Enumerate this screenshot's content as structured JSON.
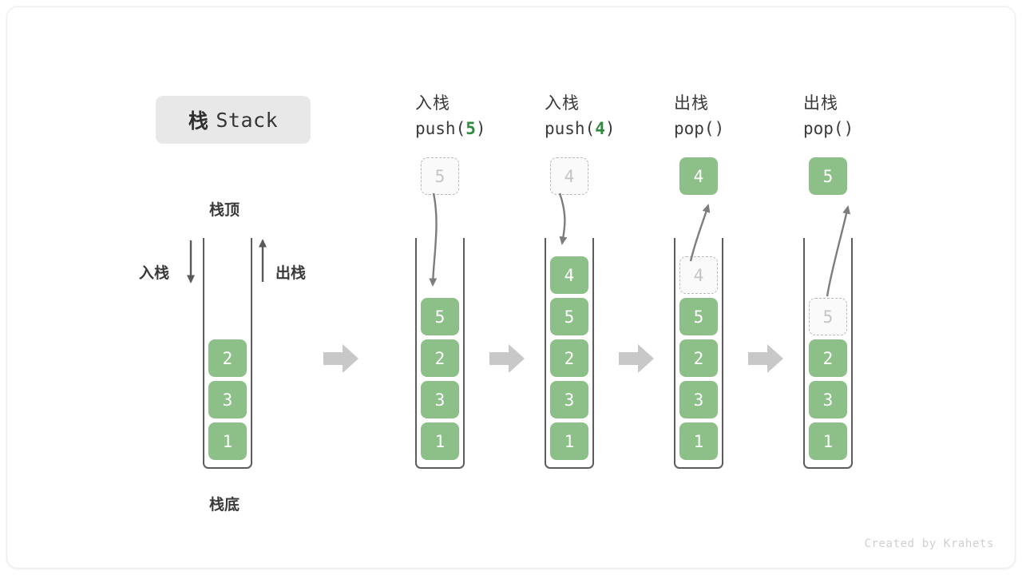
{
  "title": {
    "cn": "栈",
    "en": "Stack"
  },
  "labels": {
    "top": "栈顶",
    "bottom": "栈底",
    "push": "入栈",
    "pop": "出栈"
  },
  "footer": "Created by Krahets",
  "colors": {
    "element_green": "#8dbf89",
    "accent_green": "#2e8b3d",
    "ghost_border": "#b9b9b9",
    "ghost_text": "#c4c4c4",
    "container_line": "#5c5c5c",
    "badge_bg": "#e8e8e8",
    "flow_arrow": "#c8c8c8",
    "text": "#3a3a3a",
    "footer_text": "#cfcfcf"
  },
  "columns": [
    {
      "id": "initial",
      "header_cn": "",
      "header_op": "",
      "stack": [
        "2",
        "3",
        "1"
      ],
      "incoming": null,
      "outgoing": null,
      "ghost_in_stack": null
    },
    {
      "id": "push-5",
      "header_cn": "入栈",
      "header_op": "push(5)",
      "header_op_prefix": "push(",
      "header_op_num": "5",
      "header_op_suffix": ")",
      "stack": [
        "5",
        "2",
        "3",
        "1"
      ],
      "incoming": "5",
      "outgoing": null,
      "ghost_in_stack": null
    },
    {
      "id": "push-4",
      "header_cn": "入栈",
      "header_op": "push(4)",
      "header_op_prefix": "push(",
      "header_op_num": "4",
      "header_op_suffix": ")",
      "stack": [
        "4",
        "5",
        "2",
        "3",
        "1"
      ],
      "incoming": "4",
      "outgoing": null,
      "ghost_in_stack": null
    },
    {
      "id": "pop-4",
      "header_cn": "出栈",
      "header_op": "pop()",
      "header_op_prefix": "pop(",
      "header_op_num": "",
      "header_op_suffix": ")",
      "stack": [
        "5",
        "2",
        "3",
        "1"
      ],
      "incoming": null,
      "outgoing": "4",
      "ghost_in_stack": "4"
    },
    {
      "id": "pop-5",
      "header_cn": "出栈",
      "header_op": "pop()",
      "header_op_prefix": "pop(",
      "header_op_num": "",
      "header_op_suffix": ")",
      "stack": [
        "2",
        "3",
        "1"
      ],
      "incoming": null,
      "outgoing": "5",
      "ghost_in_stack": "5"
    }
  ]
}
